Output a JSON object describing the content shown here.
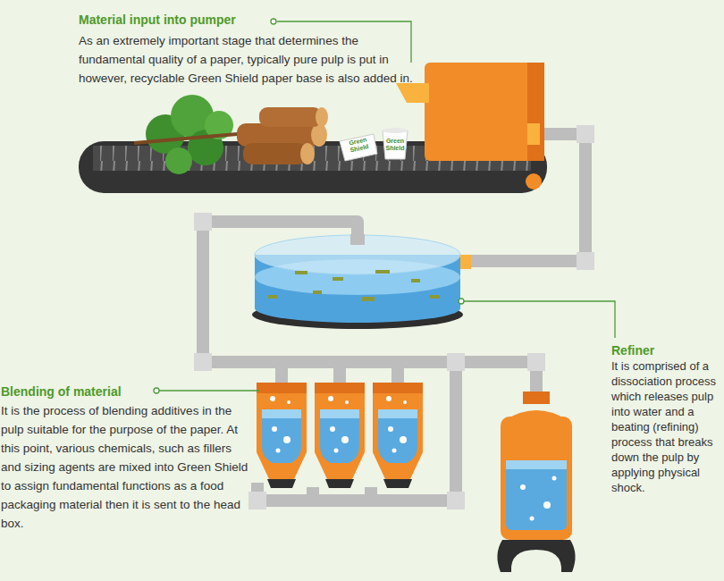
{
  "diagram": {
    "labels": [
      "Material input into pumper",
      "As an extremely important stage that determines the fundamental quality of a paper, typically pure pulp is put in however, recyclable Green Shield paper base is also added in.",
      "Green Shield",
      "Green Shield",
      "Refiner",
      "It is comprised of a dissociation process which releases pulp into water and a beating (refining) process that breaks down the pulp by applying physical shock.",
      "Blending of material",
      "It is the process of blending additives in the pulp suitable for the purpose of the paper. At this point, various chemicals, such as fillers and sizing agents are mixed into Green Shield to assign fundamental functions as a food packaging material then it is sent to the head box."
    ]
  }
}
